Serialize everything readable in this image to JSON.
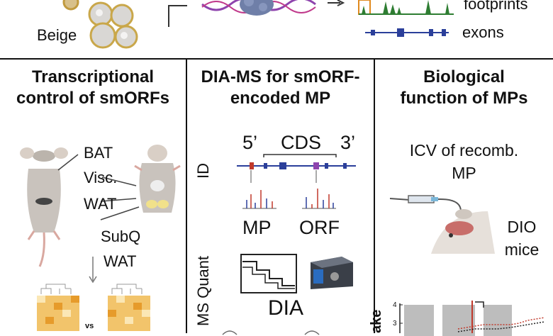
{
  "top": {
    "beige_label": "Beige",
    "footprints_label": "footprints",
    "exons_label": "exons"
  },
  "panels": [
    {
      "title_lines": [
        "Transcriptional",
        "control of smORFs"
      ],
      "labels": [
        "BAT",
        "Visc.",
        "WAT",
        "SubQ",
        "WAT"
      ],
      "vs_label": "vs"
    },
    {
      "title_lines": [
        "DIA-MS for smORF-",
        "encoded MP"
      ],
      "cds_labels": [
        "5’",
        "CDS",
        "3’"
      ],
      "side_id": "ID",
      "side_quant": "MS Quant",
      "mp_label": "MP",
      "orf_label": "ORF",
      "dia_label": "DIA"
    },
    {
      "title_lines": [
        "Biological",
        "function of MPs"
      ],
      "icv_lines": [
        "ICV of recomb.",
        "MP"
      ],
      "dio_lines": [
        "DIO",
        "mice"
      ],
      "axis_label": "ake",
      "ticks": [
        "4",
        "3"
      ]
    }
  ],
  "colors": {
    "blue": "#2b3f9a",
    "red": "#c0392b",
    "purple": "#8e44ad",
    "green": "#2e7d32",
    "orange": "#e08a1e",
    "gold": "#c9a74a",
    "heat": "#e3a53c"
  }
}
